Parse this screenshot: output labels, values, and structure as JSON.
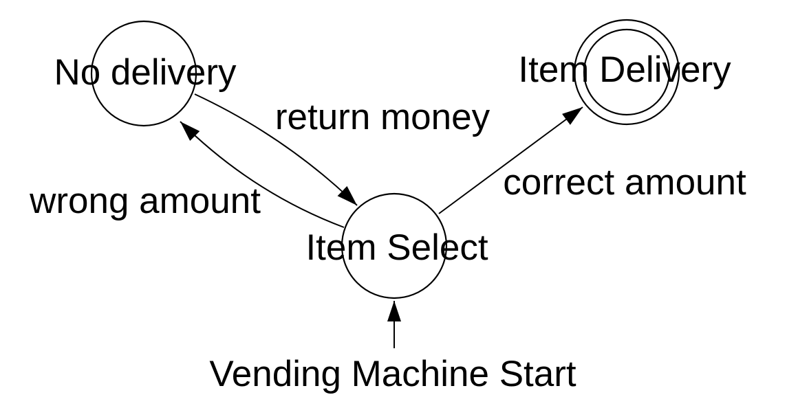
{
  "diagram": {
    "kind": "finite-state-machine",
    "subject": "vending machine",
    "colors": {
      "background": "#ffffff",
      "stroke": "#000000",
      "text": "#000000"
    },
    "states": [
      {
        "id": "no_delivery",
        "label": "No delivery",
        "accepting": false
      },
      {
        "id": "item_select",
        "label": "Item Select",
        "accepting": false
      },
      {
        "id": "item_delivery",
        "label": "Item Delivery",
        "accepting": true
      }
    ],
    "transitions": [
      {
        "from": "item_select",
        "to": "no_delivery",
        "label": "wrong amount"
      },
      {
        "from": "no_delivery",
        "to": "item_select",
        "label": "return money"
      },
      {
        "from": "item_select",
        "to": "item_delivery",
        "label": "correct amount"
      }
    ],
    "start": {
      "label": "Vending Machine Start",
      "to": "item_select"
    }
  }
}
